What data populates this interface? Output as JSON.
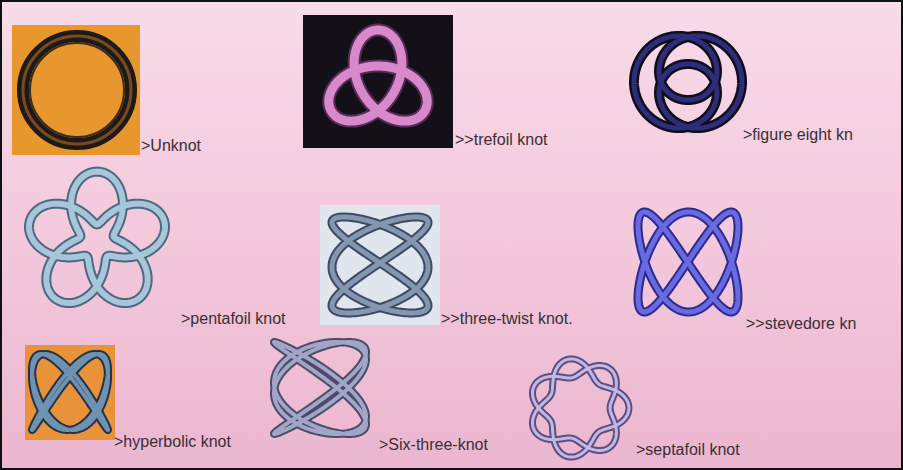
{
  "diagram": {
    "labels": [
      ">Unknot",
      ">>trefoil knot",
      ">figure eight kn",
      ">pentafoil knot",
      ">>three-twist knot.",
      ">>stevedore kn",
      ">hyperbolic knot",
      ">Six-three-knot",
      ">septafoil knot"
    ]
  }
}
